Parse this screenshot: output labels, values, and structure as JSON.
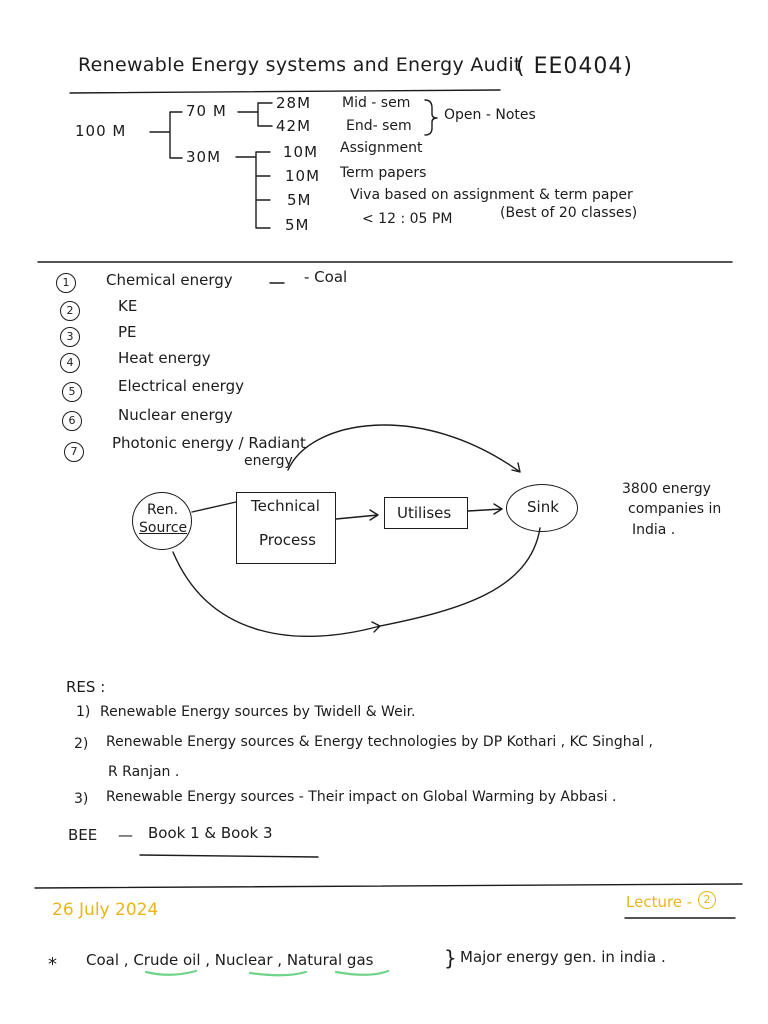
{
  "header": {
    "title": "Renewable Energy systems and Energy Audit",
    "course_code": "( EE0404)"
  },
  "marks": {
    "total": "100 M",
    "part_a": "70 M",
    "part_b": "30M",
    "rows": [
      {
        "marks": "28M",
        "label": "Mid - sem"
      },
      {
        "marks": "42M",
        "label": "End- sem"
      },
      {
        "marks": "10M",
        "label": "Assignment"
      },
      {
        "marks": "10M",
        "label": "Term papers"
      },
      {
        "marks": "5M",
        "label": "Viva based on assignment & term paper"
      },
      {
        "marks": "5M",
        "label": "< 12 : 05 PM"
      }
    ],
    "open_notes": "Open - Notes",
    "best_of": "(Best of 20 classes)"
  },
  "energy_forms": [
    {
      "num": "1",
      "label": "Chemical energy"
    },
    {
      "num": "2",
      "label": "KE"
    },
    {
      "num": "3",
      "label": "PE"
    },
    {
      "num": "4",
      "label": "Heat energy"
    },
    {
      "num": "5",
      "label": "Electrical energy"
    },
    {
      "num": "6",
      "label": "Nuclear energy"
    },
    {
      "num": "7",
      "label": "Photonic energy / Radiant"
    }
  ],
  "energy_extra": {
    "coal": "- Coal",
    "radiant_cont": "energy"
  },
  "diagram": {
    "source_line1": "Ren.",
    "source_line2": "Source",
    "process_line1": "Technical",
    "process_line2": "Process",
    "utilise": "Utilises",
    "sink": "Sink",
    "note_line1": "3800 energy",
    "note_line2": "companies in",
    "note_line3": "India ."
  },
  "res": {
    "heading": "RES :",
    "items": [
      {
        "num": "1)",
        "text": "Renewable Energy sources by Twidell & Weir."
      },
      {
        "num": "2)",
        "text": "Renewable Energy sources & Energy technologies by DP Kothari , KC Singhal ,"
      },
      {
        "num": "",
        "text": "R Ranjan ."
      },
      {
        "num": "3)",
        "text": "Renewable Energy sources - Their impact on Global Warming by Abbasi ."
      }
    ],
    "bee_label": "BEE",
    "bee_dash": "—",
    "bee_books": "Book 1   &   Book 3"
  },
  "lecture": {
    "date": "26 July 2024",
    "label": "Lecture -",
    "number": "2",
    "bullet": "*",
    "sources": "Coal , Crude oil , Nuclear , Natural gas",
    "brace": "}",
    "conclusion": "Major energy gen. in india ."
  },
  "colors": {
    "ink": "#1c1c1c",
    "date_yellow": "#e8b61a",
    "highlight_green": "#6fd38a"
  }
}
